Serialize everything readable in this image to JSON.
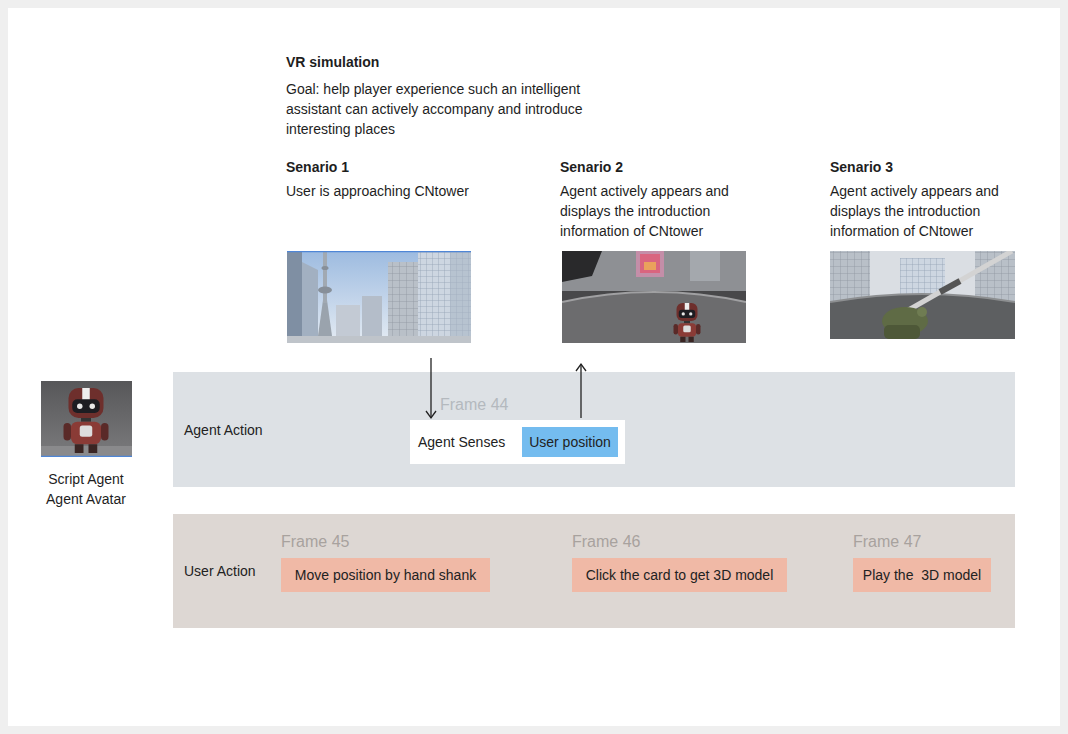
{
  "diagram": {
    "title": "VR simulation",
    "nodes": [
      {
        "text": [
          "Agent Action"
        ]
      },
      {
        "text": [
          "Frame 44",
          "Agent Senses"
        ],
        "in": 0
      },
      {
        "text": [
          "User position"
        ],
        "in": 1
      },
      {
        "text": [
          "User Action"
        ]
      },
      {
        "text": [
          "Frame 45",
          "Move position by hand shank"
        ],
        "in": 3
      },
      {
        "text": [
          "Frame 46",
          "Click the card to get 3D model"
        ],
        "in": 3
      },
      {
        "text": [
          "Frame 47",
          "Play the  3D model"
        ],
        "in": 3
      }
    ],
    "labels": [
      "Goal: help player experience such an intelligent assistant can actively accompany and introduce interesting places",
      "Senario 1",
      "User is approaching CNtower",
      "Senario 2",
      "Agent actively appears and displays the introduction information of CNtower",
      "Senario 3",
      "Agent actively appears and displays the introduction information of CNtower",
      "Script Agent Agent Avatar"
    ]
  }
}
